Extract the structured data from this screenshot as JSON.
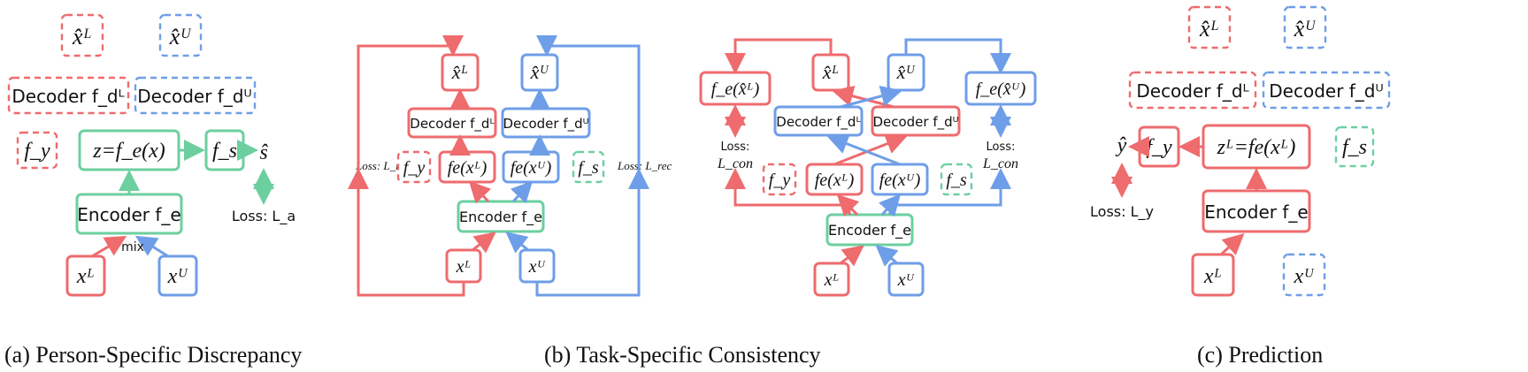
{
  "panel_a": {
    "caption": "(a) Person-Specific Discrepancy",
    "xhat_L": "x̂ᴸ",
    "xhat_U": "x̂ᵁ",
    "decoder_L": "Decoder f_dᴸ",
    "decoder_U": "Decoder f_dᵁ",
    "f_y": "f_y",
    "z": "z=f_e(x)",
    "f_s": "f_s",
    "s_hat": "ŝ",
    "loss": "Loss: L_a",
    "encoder": "Encoder f_e",
    "mix": "mix",
    "x_L": "xᴸ",
    "x_U": "xᵁ"
  },
  "panel_b": {
    "caption": "(b) Task-Specific Consistency",
    "xhat_L": "x̂ᴸ",
    "xhat_U": "x̂ᵁ",
    "decoder_L": "Decoder f_dᴸ",
    "decoder_U": "Decoder f_dᵁ",
    "loss_left": "Loss: L_rec",
    "loss_right": "Loss: L_rec",
    "f_y": "f_y",
    "fe_L": "fe(xᴸ)",
    "fe_U": "fe(xᵁ)",
    "f_s": "f_s",
    "encoder": "Encoder f_e",
    "x_L": "xᴸ",
    "x_U": "xᵁ"
  },
  "panel_b2": {
    "fe_xhat_L": "f_e(x̂ᴸ)",
    "xhat_L": "x̂ᴸ",
    "xhat_U": "x̂ᵁ",
    "fe_xhat_U": "f_e(x̂ᵁ)",
    "decoder_L": "Decoder f_dᴸ",
    "decoder_U": "Decoder f_dᵁ",
    "loss_left_1": "Loss:",
    "loss_left_2": "L_con",
    "loss_right_1": "Loss:",
    "loss_right_2": "L_con",
    "f_y": "f_y",
    "fe_L": "fe(xᴸ)",
    "fe_U": "fe(xᵁ)",
    "f_s": "f_s",
    "encoder": "Encoder f_e",
    "x_L": "xᴸ",
    "x_U": "xᵁ"
  },
  "panel_c": {
    "caption": "(c) Prediction",
    "xhat_L": "x̂ᴸ",
    "xhat_U": "x̂ᵁ",
    "decoder_L": "Decoder f_dᴸ",
    "decoder_U": "Decoder f_dᵁ",
    "y_hat": "ŷ",
    "f_y": "f_y",
    "z": "zᴸ=fe(xᴸ)",
    "f_s": "f_s",
    "loss": "Loss: L_y",
    "encoder": "Encoder f_e",
    "x_L": "xᴸ",
    "x_U": "xᵁ"
  },
  "colors": {
    "labeled": "#ee6b6e",
    "unlabeled": "#6f9ee8",
    "shared": "#6ccf9f"
  }
}
